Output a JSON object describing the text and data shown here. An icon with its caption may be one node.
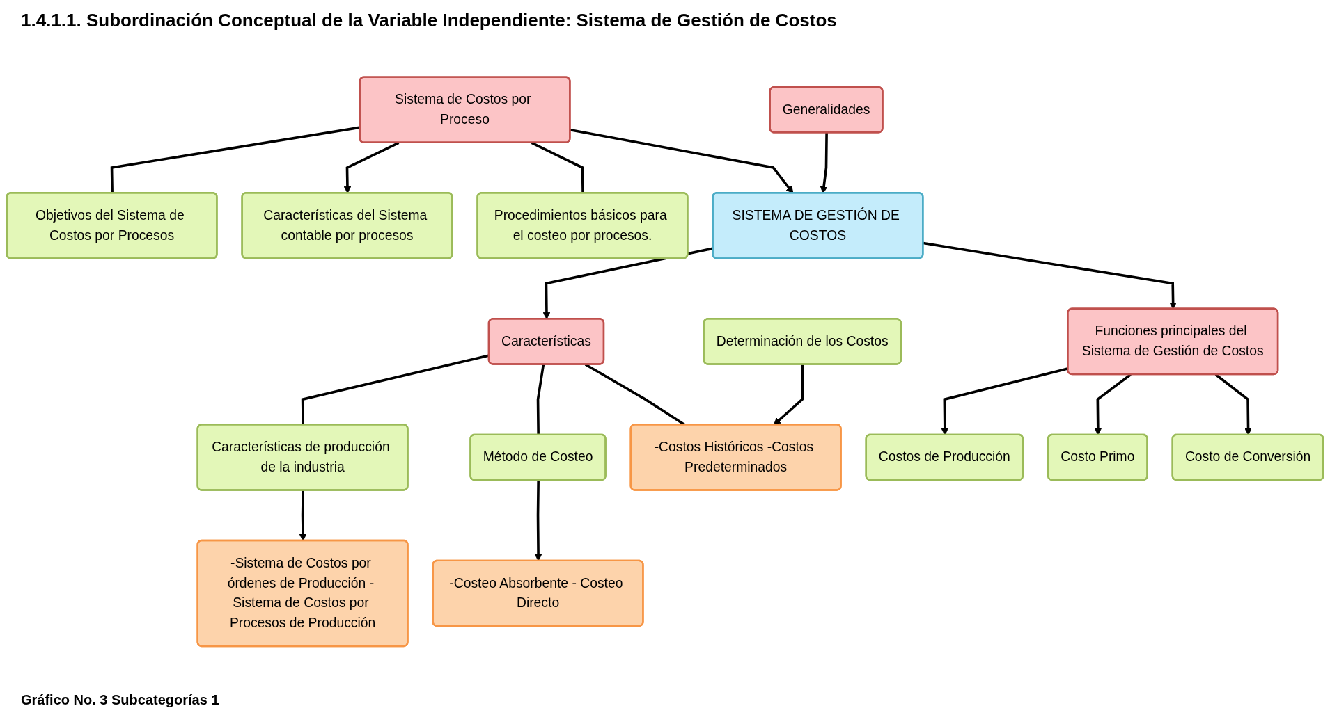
{
  "diagram": {
    "title": "1.4.1.1. Subordinación  Conceptual de la Variable  Independiente: Sistema de Gestión de Costos",
    "caption": "Gráfico No. 3 Subcategorías 1",
    "nodes": [
      {
        "text": [
          "Generalidades"
        ]
      },
      {
        "text": [
          "Objetivos del Sistema de Costos por Procesos"
        ]
      },
      {
        "text": [
          "Características del Sistema contable por procesos"
        ]
      },
      {
        "text": [
          "Procedimientos básicos para el costeo por procesos."
        ]
      },
      {
        "text": [
          "Sistema de Costos por Proceso"
        ]
      },
      {
        "text": [
          "SISTEMA DE GESTIÓN DE COSTOS"
        ]
      },
      {
        "text": [
          "Características"
        ]
      },
      {
        "text": [
          "Características de producción de la industria"
        ]
      },
      {
        "text": [
          "-Sistema de Costos por órdenes de Producción - Sistema de Costos por Procesos de Producción"
        ]
      },
      {
        "text": [
          "Método de Costeo"
        ]
      },
      {
        "text": [
          "-Costeo Absorbente - Costeo Directo"
        ]
      },
      {
        "text": [
          "Determinación de los Costos"
        ]
      },
      {
        "text": [
          "-Costos Históricos -Costos Predeterminados"
        ]
      },
      {
        "text": [
          "Funciones principales del Sistema de Gestión de Costos"
        ]
      },
      {
        "text": [
          "Costos de Producción"
        ]
      },
      {
        "text": [
          "Costo Primo"
        ]
      },
      {
        "text": [
          "Costo de Conversión"
        ]
      }
    ],
    "edges": [
      {
        "from": 0,
        "to": 5,
        "arrow": "to"
      },
      {
        "from": 4,
        "to": 1,
        "arrow": "none"
      },
      {
        "from": 4,
        "to": 2,
        "arrow": "to"
      },
      {
        "from": 4,
        "to": 3,
        "arrow": "none"
      },
      {
        "from": 4,
        "to": 5,
        "arrow": "to"
      },
      {
        "from": 5,
        "to": 6,
        "arrow": "to"
      },
      {
        "from": 6,
        "to": 7,
        "arrow": "none"
      },
      {
        "from": 6,
        "to": 9,
        "arrow": "none"
      },
      {
        "from": 6,
        "to": 12,
        "arrow": "none"
      },
      {
        "from": 7,
        "to": 8,
        "arrow": "to"
      },
      {
        "from": 9,
        "to": 10,
        "arrow": "to"
      },
      {
        "from": 11,
        "to": 12,
        "arrow": "to"
      },
      {
        "from": 5,
        "to": 13,
        "arrow": "to"
      },
      {
        "from": 13,
        "to": 14,
        "arrow": "to"
      },
      {
        "from": 13,
        "to": 15,
        "arrow": "to"
      },
      {
        "from": 13,
        "to": 16,
        "arrow": "to"
      }
    ]
  }
}
